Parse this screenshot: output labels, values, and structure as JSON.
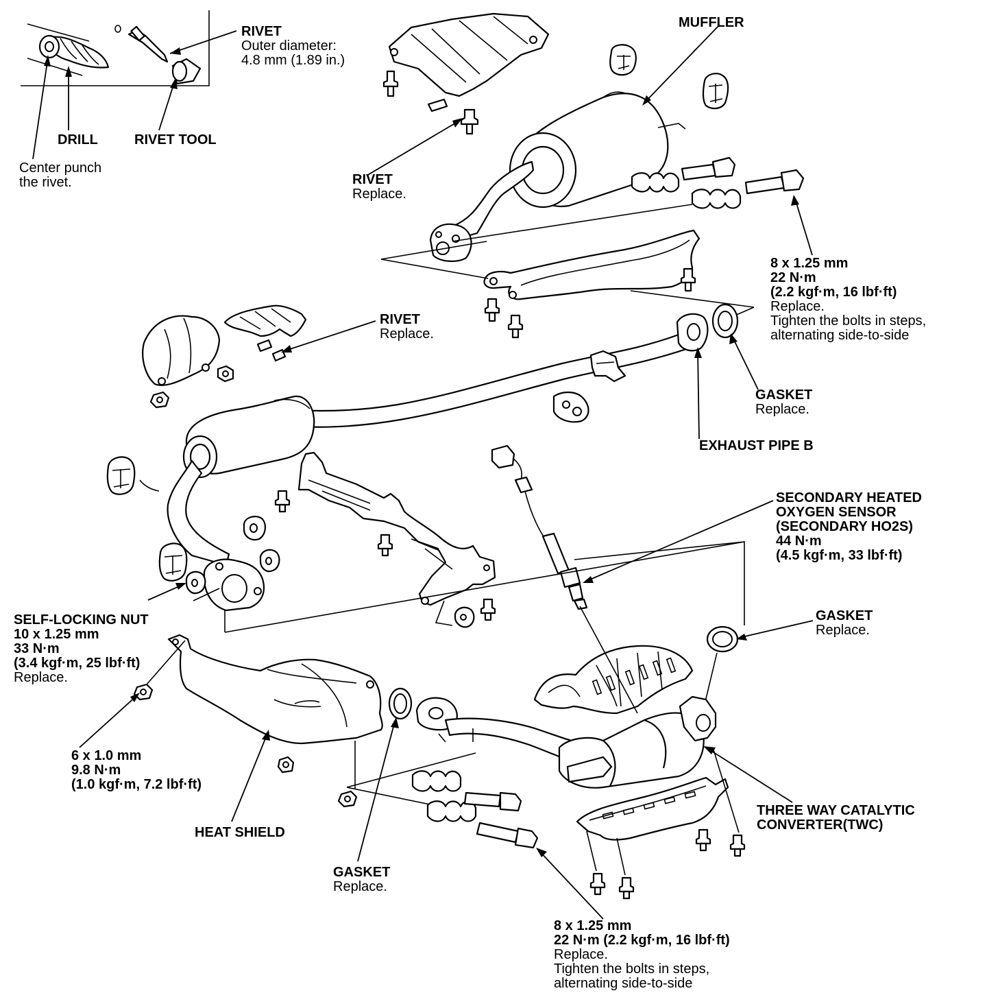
{
  "inset": {
    "rivet": {
      "title": "RIVET",
      "lines": [
        "Outer diameter:",
        "4.8 mm (1.89 in.)"
      ]
    },
    "drill": "DRILL",
    "rivet_tool": "RIVET TOOL",
    "center_punch": [
      "Center punch",
      "the rivet."
    ]
  },
  "labels": {
    "muffler": "MUFFLER",
    "rivet_top": {
      "title": "RIVET",
      "note": "Replace."
    },
    "bolt_top": {
      "bold": [
        "8 x 1.25 mm",
        "22 N·m",
        "(2.2 kgf·m, 16 lbf·ft)"
      ],
      "notes": [
        "Replace.",
        "Tighten the bolts in steps,",
        "alternating side-to-side"
      ]
    },
    "rivet_mid": {
      "title": "RIVET",
      "note": "Replace."
    },
    "gasket_top": {
      "title": "GASKET",
      "note": "Replace."
    },
    "exhaust_pipe_b": "EXHAUST PIPE B",
    "ho2s": {
      "bold": [
        "SECONDARY HEATED",
        "OXYGEN SENSOR",
        "(SECONDARY HO2S)",
        "44 N·m",
        "(4.5 kgf·m, 33 lbf·ft)"
      ]
    },
    "self_locking_nut": {
      "bold": [
        "SELF-LOCKING NUT",
        "10 x 1.25 mm",
        "33 N·m",
        "(3.4 kgf·m, 25 lbf·ft)"
      ],
      "note": "Replace."
    },
    "gasket_right": {
      "title": "GASKET",
      "note": "Replace."
    },
    "bolt_6mm": {
      "bold": [
        "6 x 1.0 mm",
        "9.8 N·m",
        "(1.0 kgf·m, 7.2 lbf·ft)"
      ]
    },
    "heat_shield": "HEAT SHIELD",
    "twc": [
      "THREE WAY CATALYTIC",
      "CONVERTER(TWC)"
    ],
    "gasket_bottom": {
      "title": "GASKET",
      "note": "Replace."
    },
    "bolt_bottom": {
      "bold": [
        "8 x 1.25 mm",
        "22 N·m (2.2 kgf·m, 16 lbf·ft)"
      ],
      "notes": [
        "Replace.",
        "Tighten the bolts in steps,",
        "alternating side-to-side"
      ]
    }
  }
}
